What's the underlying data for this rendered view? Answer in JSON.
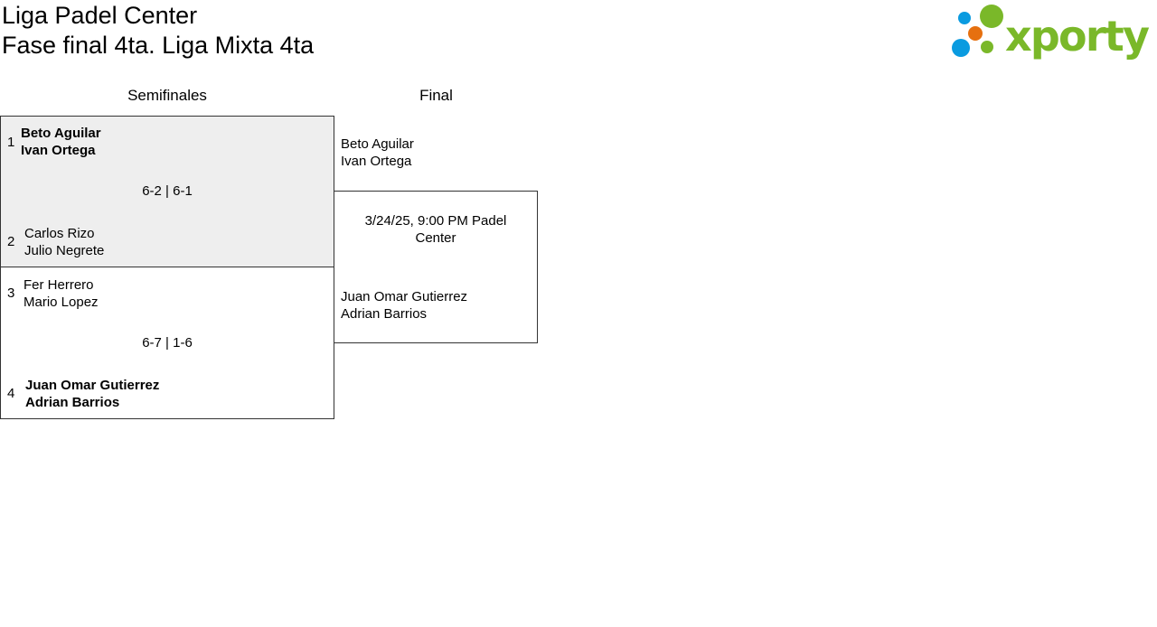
{
  "header": {
    "club": "Liga Padel Center",
    "stage": "Fase final 4ta. Liga Mixta 4ta",
    "logo_text": "xporty"
  },
  "rounds": [
    {
      "name": "Semifinales",
      "matches": [
        {
          "team1": {
            "seed": "1",
            "p1": "Beto Aguilar",
            "p2": "Ivan Ortega",
            "winner": true
          },
          "team2": {
            "seed": "2",
            "p1": "Carlos Rizo",
            "p2": "Julio Negrete",
            "winner": false
          },
          "score": "6-2 | 6-1"
        },
        {
          "team1": {
            "seed": "3",
            "p1": "Fer Herrero",
            "p2": "Mario Lopez",
            "winner": false
          },
          "team2": {
            "seed": "4",
            "p1": "Juan Omar Gutierrez",
            "p2": "Adrian Barrios",
            "winner": true
          },
          "score": "6-7 | 1-6"
        }
      ]
    },
    {
      "name": "Final",
      "matches": [
        {
          "team1": {
            "p1": "Beto Aguilar",
            "p2": "Ivan Ortega"
          },
          "team2": {
            "p1": "Juan Omar Gutierrez",
            "p2": "Adrian Barrios"
          },
          "schedule": "3/24/25, 9:00 PM Padel Center"
        }
      ]
    }
  ],
  "colors": {
    "green": "#7ab829",
    "blue": "#0a9be0",
    "orange": "#e6700f",
    "highlight": "#eeeeee"
  }
}
